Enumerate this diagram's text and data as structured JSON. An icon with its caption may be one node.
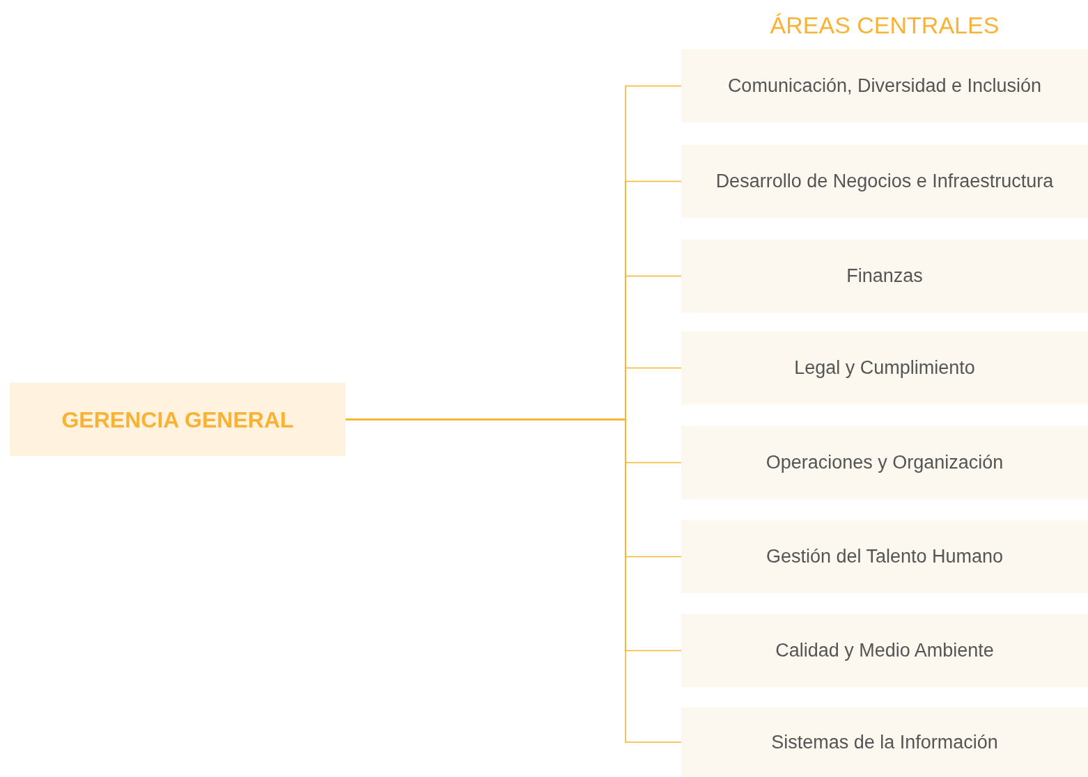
{
  "diagram": {
    "title": "ÁREAS CENTRALES",
    "nodes": [
      {
        "text": [
          "GERENCIA GENERAL"
        ]
      },
      {
        "text": [
          "Comunicación, Diversidad e Inclusión"
        ]
      },
      {
        "text": [
          "Desarrollo de Negocios e Infraestructura"
        ]
      },
      {
        "text": [
          "Finanzas"
        ]
      },
      {
        "text": [
          "Legal y Cumplimiento"
        ]
      },
      {
        "text": [
          "Operaciones y Organización"
        ]
      },
      {
        "text": [
          "Gestión del Talento Humano"
        ]
      },
      {
        "text": [
          "Calidad y Medio Ambiente"
        ]
      },
      {
        "text": [
          "Sistemas de la Información"
        ]
      }
    ],
    "edges": [
      {
        "from": 0,
        "to": 1,
        "arrow": "none"
      },
      {
        "from": 0,
        "to": 2,
        "arrow": "none"
      },
      {
        "from": 0,
        "to": 3,
        "arrow": "none"
      },
      {
        "from": 0,
        "to": 4,
        "arrow": "none"
      },
      {
        "from": 0,
        "to": 5,
        "arrow": "none"
      },
      {
        "from": 0,
        "to": 6,
        "arrow": "none"
      },
      {
        "from": 0,
        "to": 7,
        "arrow": "none"
      },
      {
        "from": 0,
        "to": 8,
        "arrow": "none"
      }
    ]
  }
}
